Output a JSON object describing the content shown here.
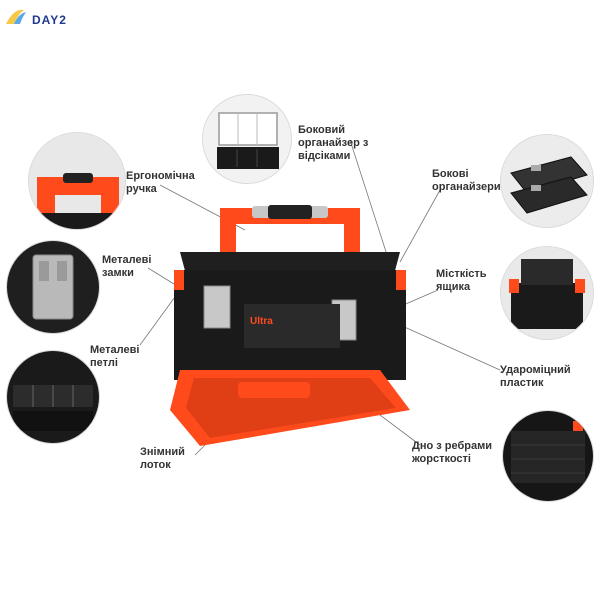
{
  "brand": {
    "logo_text": "DAY2"
  },
  "box": {
    "brand_text": "Ultra"
  },
  "features": {
    "handle": "Ергономічна ручка",
    "side_organizer_compartments": "Боковий органайзер з відсіками",
    "side_organizers": "Бокові органайзери",
    "metal_locks": "Металеві замки",
    "capacity": "Місткість ящика",
    "metal_loops": "Металеві петлі",
    "impact_plastic": "Удароміцний пластик",
    "removable_tray": "Знімний лоток",
    "ribbed_bottom": "Дно з ребрами жорсткості"
  },
  "colors": {
    "accent_orange": "#ff4a1c",
    "body_black": "#1a1a1a",
    "logo_blue": "#1f3a8f"
  }
}
